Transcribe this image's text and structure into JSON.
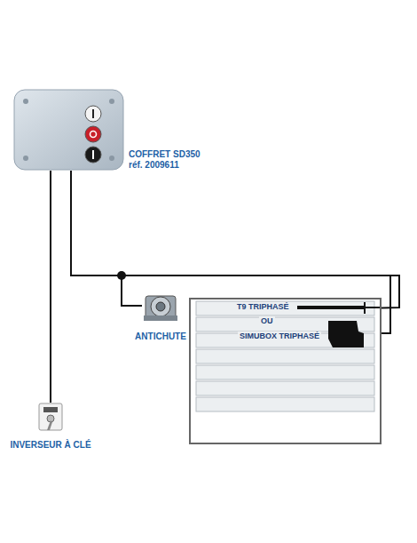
{
  "diagram": {
    "nodes": [
      {
        "text": [
          "COFFRET SD350 réf. 2009611"
        ]
      },
      {
        "text": [
          "ANTICHUTE"
        ]
      },
      {
        "text": [
          "T9 TRIPHASÉ",
          "OU",
          "SIMUBOX TRIPHASÉ"
        ]
      },
      {
        "text": [
          "INVERSEUR À CLÉ"
        ]
      }
    ],
    "edges": [
      {
        "from": 0,
        "to": 1,
        "arrow": "none"
      },
      {
        "from": 0,
        "to": 2,
        "arrow": "none"
      },
      {
        "from": 0,
        "to": 3,
        "arrow": "none"
      }
    ]
  }
}
